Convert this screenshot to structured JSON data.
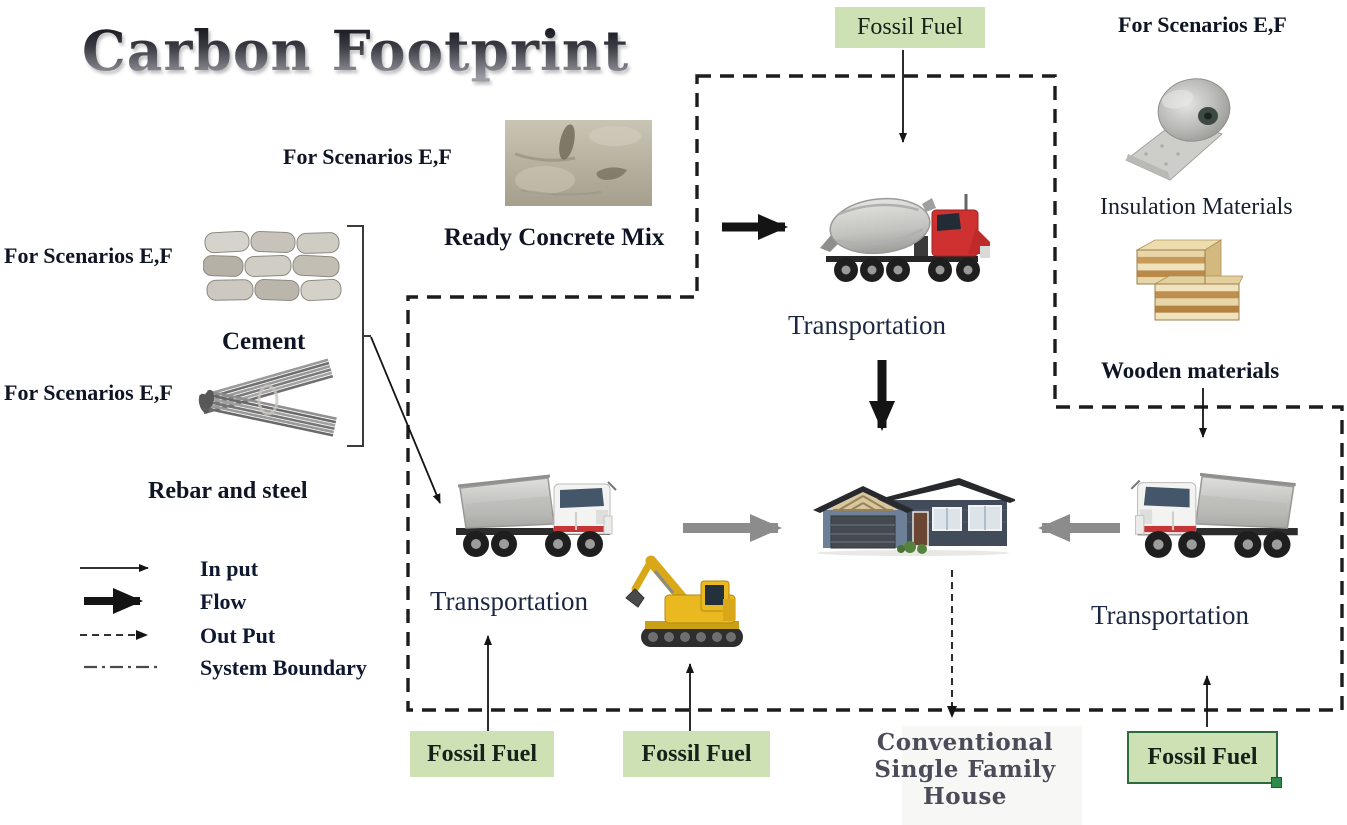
{
  "title": "Carbon Footprint",
  "legend": {
    "input": "In put",
    "flow": "Flow",
    "output": "Out Put",
    "system_boundary": "System Boundary"
  },
  "inputs": {
    "fossil_fuel_top": "Fossil Fuel",
    "fossil_fuel_bottom_left": "Fossil Fuel",
    "fossil_fuel_bottom_middle": "Fossil Fuel",
    "fossil_fuel_bottom_right": "Fossil Fuel"
  },
  "scenario_notes": {
    "concrete": "For Scenarios E,F",
    "cement": "For Scenarios E,F",
    "rebar": "For Scenarios E,F",
    "insulation": "For Scenarios E,F"
  },
  "materials": {
    "ready_concrete_mix": "Ready Concrete Mix",
    "cement": "Cement",
    "rebar_and_steel": "Rebar and steel",
    "insulation_materials": "Insulation Materials",
    "wooden_materials": "Wooden materials"
  },
  "processes": {
    "transportation_concrete": "Transportation",
    "transportation_site": "Transportation",
    "transportation_wood": "Transportation"
  },
  "output": {
    "line1": "Conventional",
    "line2": "Single Family House"
  },
  "images": {
    "concrete_mix": "concrete-mix-photo",
    "cement_bags": "cement-bags-photo",
    "rebar_steel": "rebar-steel-photo",
    "mixer_truck": "concrete-mixer-truck",
    "dump_truck_left": "dump-truck",
    "dump_truck_right": "dump-truck",
    "excavator": "excavator",
    "house": "single-family-house",
    "insulation_roll": "insulation-roll",
    "wood_stack": "wooden-materials-stack"
  },
  "colors": {
    "fossil_fuel_bg": "#cde1b5",
    "fossil_fuel_selected_border": "#2d6b3e",
    "boundary_line": "#1c1c1c",
    "flow_arrow": "#141414",
    "transfer_arrow_gray": "#8c8c8c",
    "label_text": "#0f1524",
    "title_top": "#15151d",
    "title_bottom": "#9c9ca4"
  }
}
